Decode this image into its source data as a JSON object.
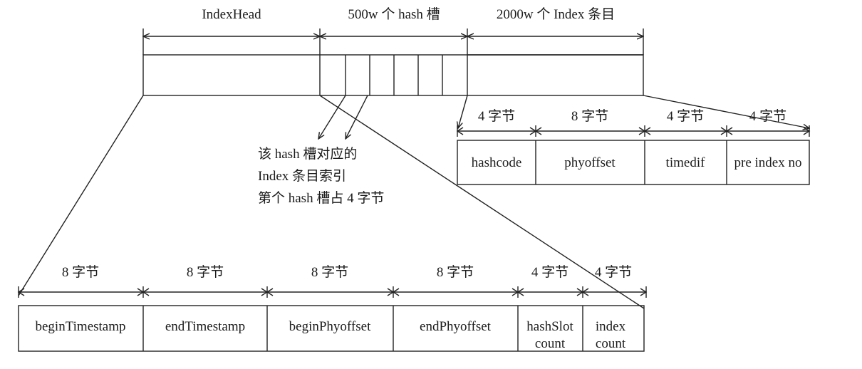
{
  "top_headers": {
    "index_head": "IndexHead",
    "hash_slots": "500w 个 hash 槽",
    "index_entries": "2000w 个 Index 条目"
  },
  "note_lines": [
    "该 hash 槽对应的",
    "Index 条目索引",
    "第个 hash 槽占 4 字节"
  ],
  "index_entry": {
    "sizes": [
      "4 字节",
      "8 字节",
      "4 字节",
      "4 字节"
    ],
    "fields": [
      "hashcode",
      "phyoffset",
      "timedif",
      "pre index no"
    ]
  },
  "index_header": {
    "sizes": [
      "8 字节",
      "8 字节",
      "8 字节",
      "8 字节",
      "4 字节",
      "4 字节"
    ],
    "fields": [
      "beginTimestamp",
      "endTimestamp",
      "beginPhyoffset",
      "endPhyoffset",
      "hashSlot",
      "index"
    ],
    "fields_line2": [
      "count",
      "count"
    ]
  }
}
